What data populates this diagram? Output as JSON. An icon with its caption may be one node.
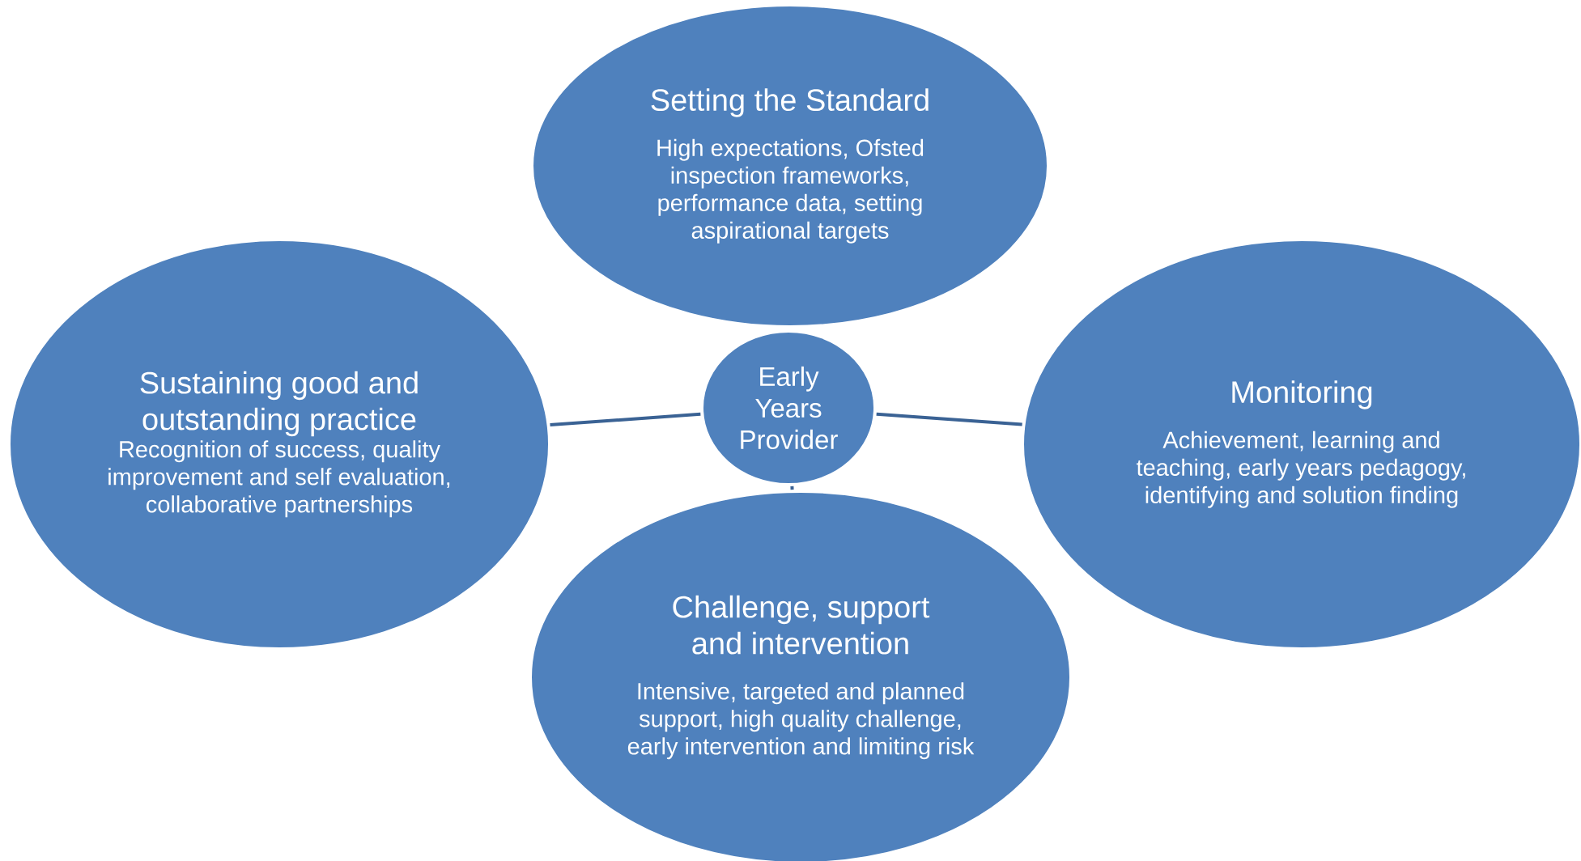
{
  "diagram": {
    "nodes": [
      {
        "text": [
          "Setting the Standard",
          "High expectations, Ofsted inspection frameworks, performance data, setting aspirational targets"
        ]
      },
      {
        "text": [
          "Sustaining good and outstanding practice",
          "Recognition of success, quality improvement and self evaluation, collaborative partnerships"
        ]
      },
      {
        "text": [
          "Early Years Provider"
        ]
      },
      {
        "text": [
          "Monitoring",
          "Achievement, learning and teaching, early years pedagogy, identifying and solution finding"
        ]
      },
      {
        "text": [
          "Challenge, support and intervention",
          "Intensive, targeted and planned support, high quality challenge, early intervention and limiting risk"
        ]
      }
    ],
    "edges": [
      {
        "from": 2,
        "to": 1,
        "arrow": "none"
      },
      {
        "from": 2,
        "to": 3,
        "arrow": "none"
      },
      {
        "from": 2,
        "to": 4,
        "arrow": "none"
      }
    ]
  }
}
